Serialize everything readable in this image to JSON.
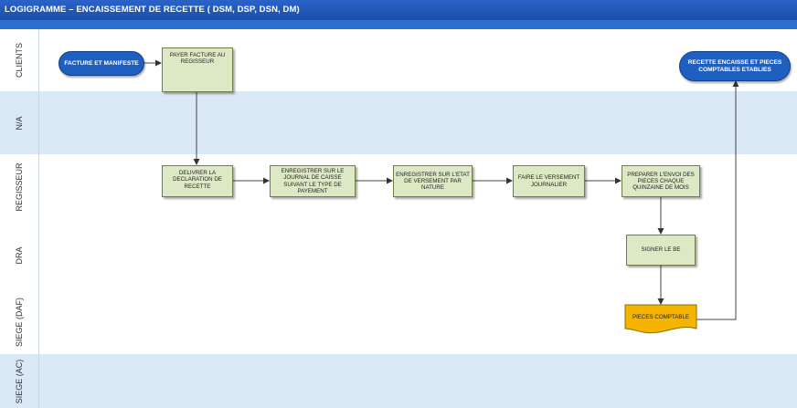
{
  "title": "LOGIGRAMME – ENCAISSEMENT DE RECETTE ( DSM, DSP, DSN, DM)",
  "lanes": [
    {
      "label": "CLIENTS"
    },
    {
      "label": "N/A"
    },
    {
      "label": "REGISSEUR"
    },
    {
      "label": "DRA"
    },
    {
      "label": "SIEGE (DAF)"
    },
    {
      "label": "SIEGE (AC)"
    }
  ],
  "nodes": {
    "start": "FACTURE ET MANIFESTE",
    "payer": "PAYER FACTURE AU REGISSEUR",
    "delivrer": "DELIVRER LA DECLARATION DE RECETTE",
    "enregistrer_journal": "ENREGISTRER SUR LE JOURNAL DE CAISSE SUIVANT LE TYPE DE PAYEMENT",
    "enregistrer_etat": "ENREGISTRER SUR L'ETAT DE VERSEMENT PAR NATURE",
    "versement": "FAIRE LE VERSEMENT JOURNALIER",
    "preparer": "PREPARER L'ENVOI DES PIECES CHAQUE QUINZAINE DE MOIS",
    "signer": "SIGNER LE BE",
    "pieces": "PIECES COMPTABLE",
    "end": "RECETTE ENCAISSE ET PIECES COMPTABLES ETABLIES"
  },
  "colors": {
    "title_bar": "#1f55b5",
    "lane_blue": "#dbe8f5",
    "process_fill": "#dde8c4",
    "terminal_fill": "#1f5fc0",
    "document_fill": "#f4b400"
  }
}
